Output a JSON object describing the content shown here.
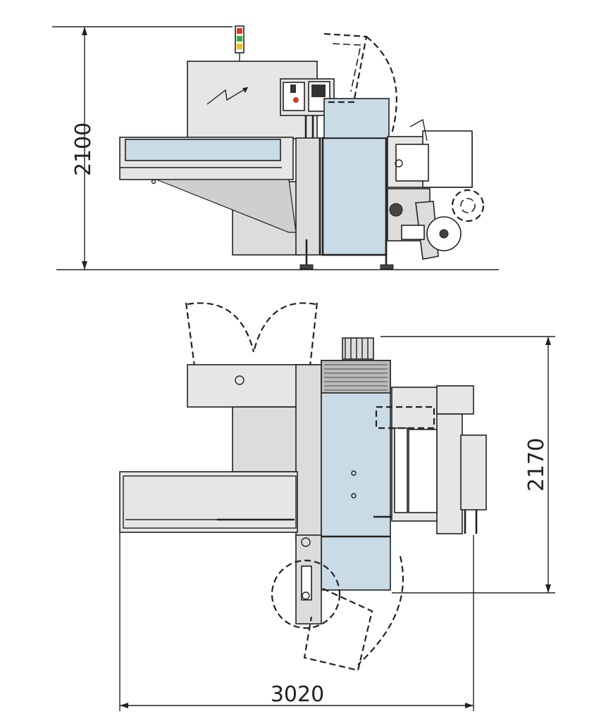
{
  "dimensions": {
    "height_side_view": "2100",
    "depth_top_view": "2170",
    "length_top_view": "3020"
  },
  "colors": {
    "panel_blue": "#c9dbe6",
    "body_grey": "#dcdcdc",
    "line": "#222222"
  },
  "signal_tower_colors": [
    "#d33a2c",
    "#3aa845",
    "#e8c21a"
  ]
}
